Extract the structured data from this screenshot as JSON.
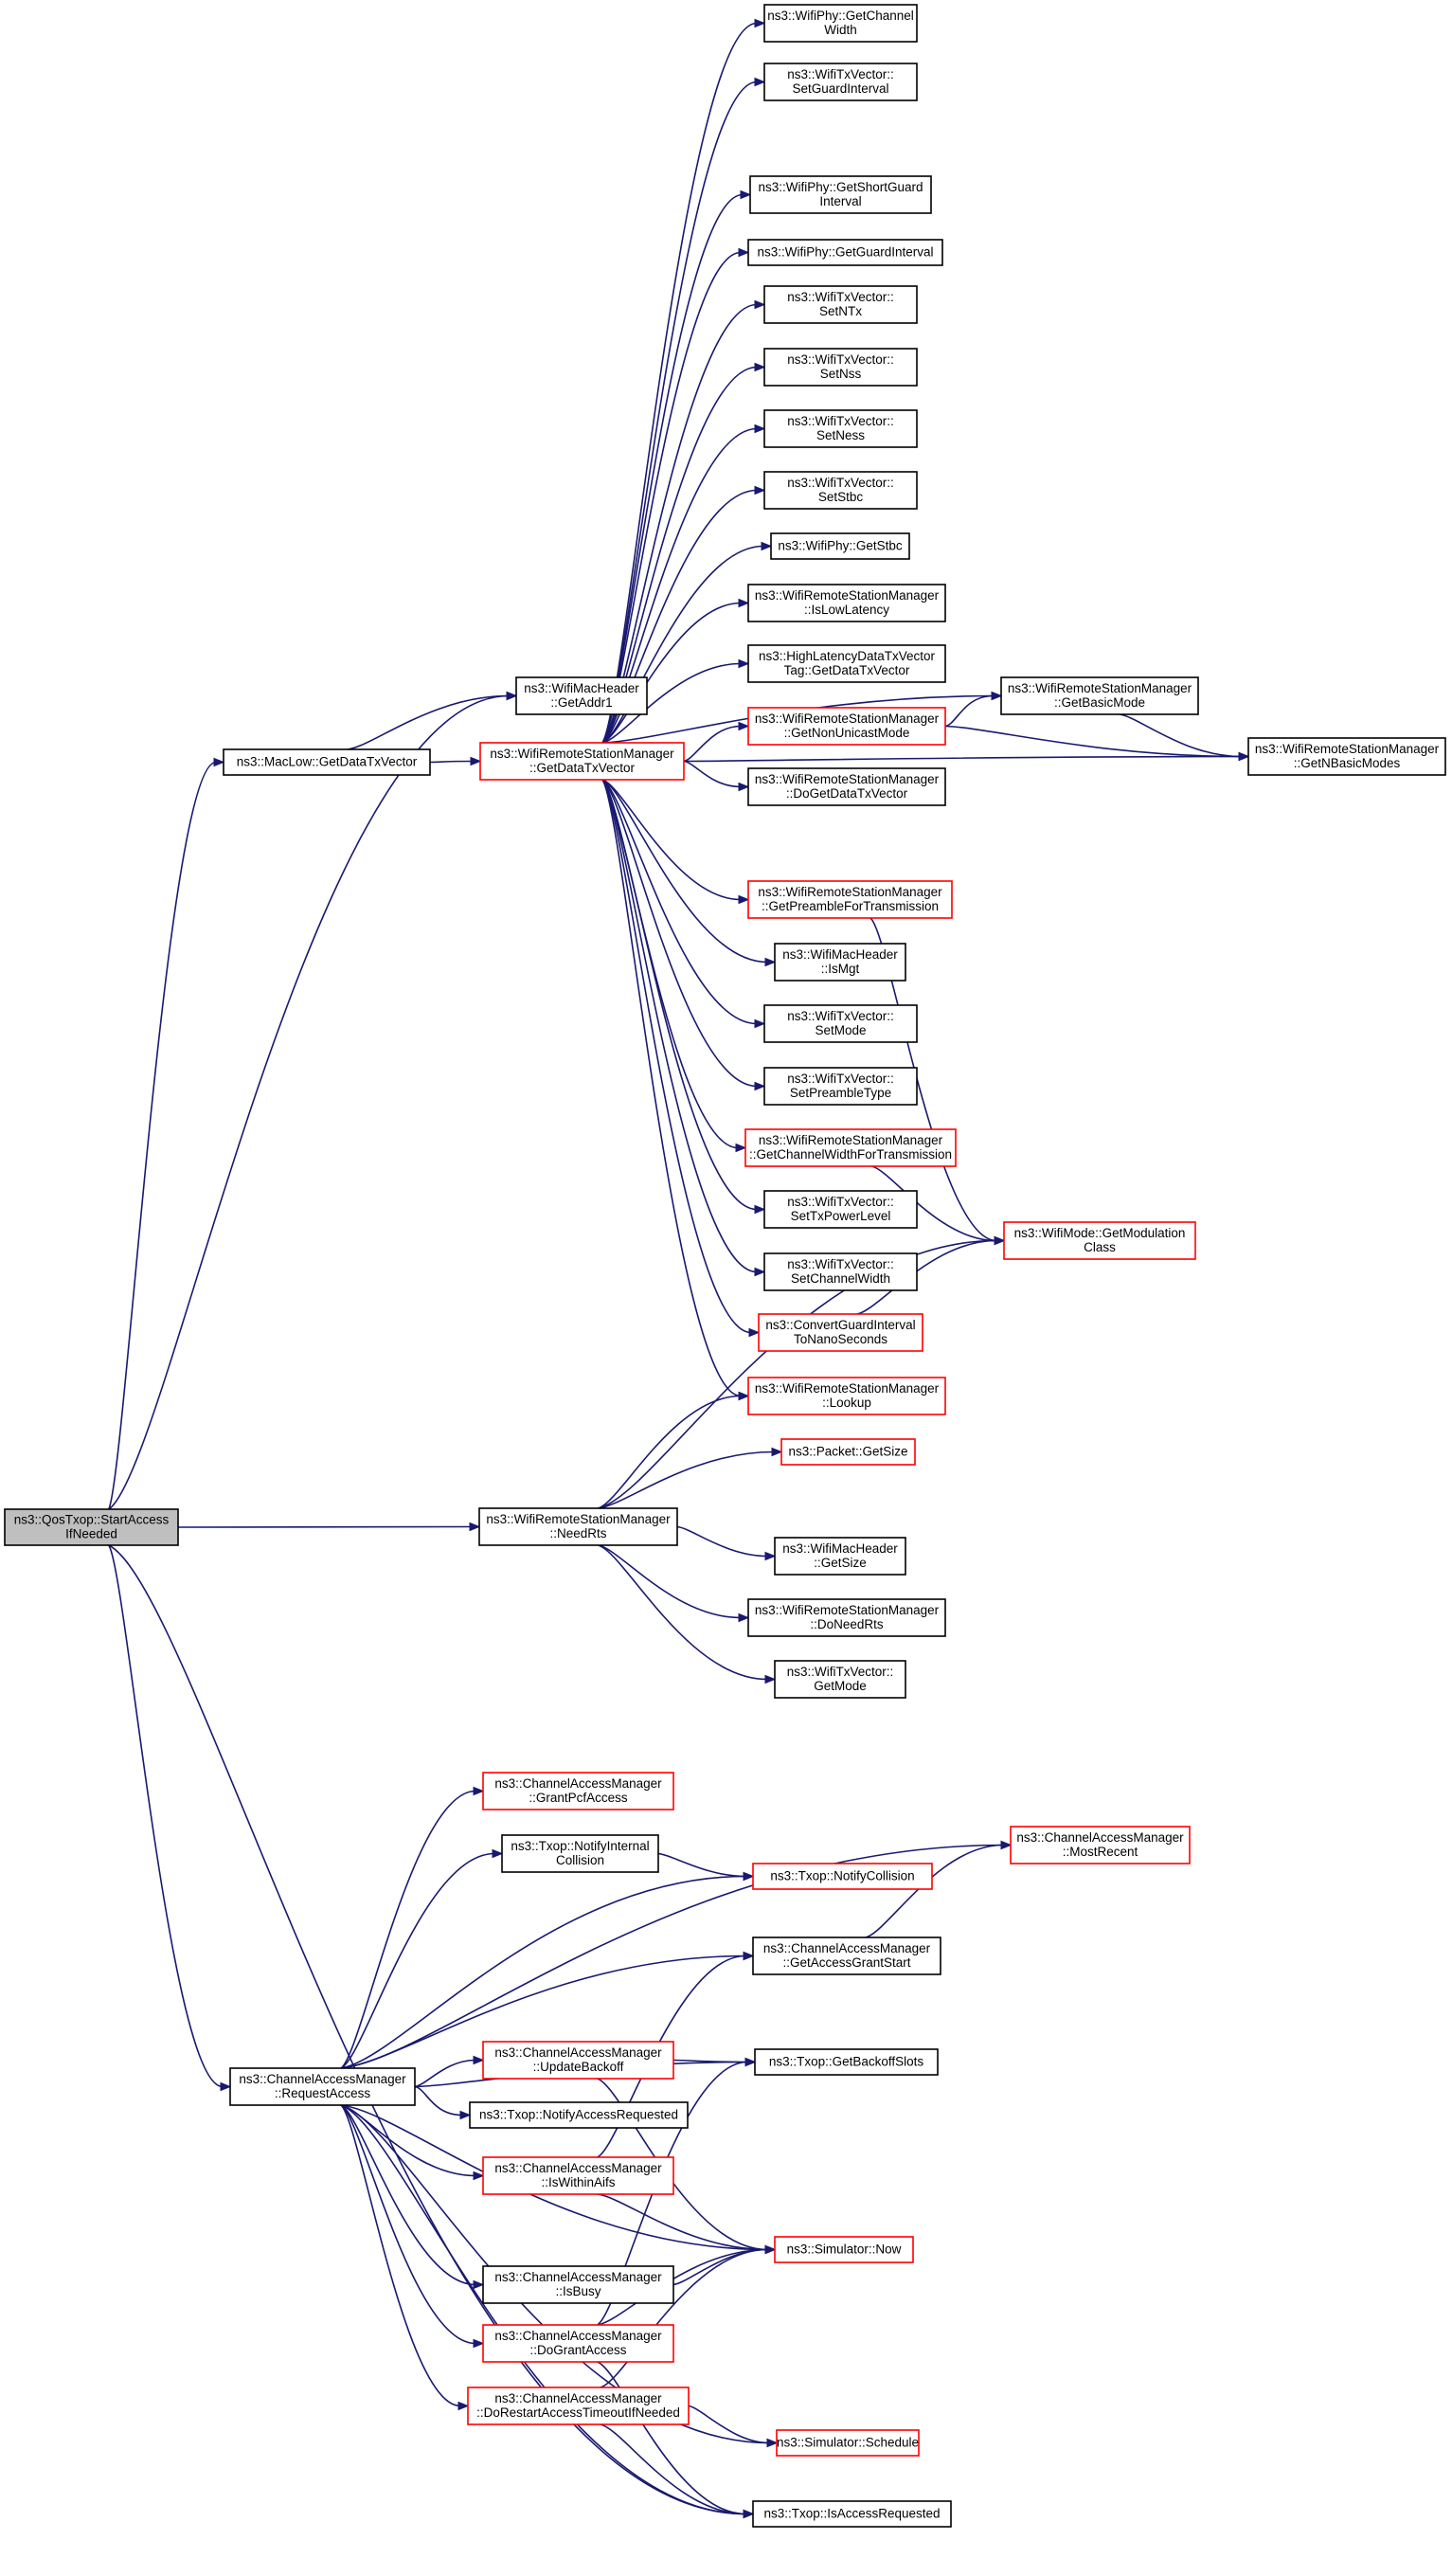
{
  "colors": {
    "edge": "#191970",
    "root_fill": "#bfbfbf",
    "red_border": "#ff0000",
    "black_border": "#000000",
    "fill": "#ffffff"
  },
  "nodes": [
    {
      "id": "root",
      "lines": [
        "ns3::QosTxop::StartAccess",
        "IfNeeded"
      ],
      "style": "root"
    },
    {
      "id": "getchw",
      "lines": [
        "ns3::WifiPhy::GetChannel",
        "Width"
      ],
      "style": "black"
    },
    {
      "id": "setgi",
      "lines": [
        "ns3::WifiTxVector::",
        "SetGuardInterval"
      ],
      "style": "black"
    },
    {
      "id": "getsgi",
      "lines": [
        "ns3::WifiPhy::GetShortGuard",
        "Interval"
      ],
      "style": "black"
    },
    {
      "id": "getgi",
      "lines": [
        "ns3::WifiPhy::GetGuardInterval"
      ],
      "style": "black"
    },
    {
      "id": "setntx",
      "lines": [
        "ns3::WifiTxVector::",
        "SetNTx"
      ],
      "style": "black"
    },
    {
      "id": "setnss",
      "lines": [
        "ns3::WifiTxVector::",
        "SetNss"
      ],
      "style": "black"
    },
    {
      "id": "setness",
      "lines": [
        "ns3::WifiTxVector::",
        "SetNess"
      ],
      "style": "black"
    },
    {
      "id": "setstbc",
      "lines": [
        "ns3::WifiTxVector::",
        "SetStbc"
      ],
      "style": "black"
    },
    {
      "id": "getstbc",
      "lines": [
        "ns3::WifiPhy::GetStbc"
      ],
      "style": "black"
    },
    {
      "id": "islowlat",
      "lines": [
        "ns3::WifiRemoteStationManager",
        "::IsLowLatency"
      ],
      "style": "black"
    },
    {
      "id": "hldtv",
      "lines": [
        "ns3::HighLatencyDataTxVector",
        "Tag::GetDataTxVector"
      ],
      "style": "black"
    },
    {
      "id": "getaddr1",
      "lines": [
        "ns3::WifiMacHeader",
        "::GetAddr1"
      ],
      "style": "black"
    },
    {
      "id": "maclow",
      "lines": [
        "ns3::MacLow::GetDataTxVector"
      ],
      "style": "black"
    },
    {
      "id": "rsmgdtv",
      "lines": [
        "ns3::WifiRemoteStationManager",
        "::GetDataTxVector"
      ],
      "style": "red"
    },
    {
      "id": "getnonuni",
      "lines": [
        "ns3::WifiRemoteStationManager",
        "::GetNonUnicastMode"
      ],
      "style": "red"
    },
    {
      "id": "getbasic",
      "lines": [
        "ns3::WifiRemoteStationManager",
        "::GetBasicMode"
      ],
      "style": "black"
    },
    {
      "id": "getnbasic",
      "lines": [
        "ns3::WifiRemoteStationManager",
        "::GetNBasicModes"
      ],
      "style": "black"
    },
    {
      "id": "dogetdtv",
      "lines": [
        "ns3::WifiRemoteStationManager",
        "::DoGetDataTxVector"
      ],
      "style": "black"
    },
    {
      "id": "getpreamble",
      "lines": [
        "ns3::WifiRemoteStationManager",
        "::GetPreambleForTransmission"
      ],
      "style": "red"
    },
    {
      "id": "ismgt",
      "lines": [
        "ns3::WifiMacHeader",
        "::IsMgt"
      ],
      "style": "black"
    },
    {
      "id": "setmode",
      "lines": [
        "ns3::WifiTxVector::",
        "SetMode"
      ],
      "style": "black"
    },
    {
      "id": "setpreamble",
      "lines": [
        "ns3::WifiTxVector::",
        "SetPreambleType"
      ],
      "style": "black"
    },
    {
      "id": "getchwtx",
      "lines": [
        "ns3::WifiRemoteStationManager",
        "::GetChannelWidthForTransmission"
      ],
      "style": "red"
    },
    {
      "id": "settxpower",
      "lines": [
        "ns3::WifiTxVector::",
        "SetTxPowerLevel"
      ],
      "style": "black"
    },
    {
      "id": "getmodclass",
      "lines": [
        "ns3::WifiMode::GetModulation",
        "Class"
      ],
      "style": "red"
    },
    {
      "id": "setchw",
      "lines": [
        "ns3::WifiTxVector::",
        "SetChannelWidth"
      ],
      "style": "black"
    },
    {
      "id": "convgi",
      "lines": [
        "ns3::ConvertGuardInterval",
        "ToNanoSeconds"
      ],
      "style": "red"
    },
    {
      "id": "lookup",
      "lines": [
        "ns3::WifiRemoteStationManager",
        "::Lookup"
      ],
      "style": "red"
    },
    {
      "id": "pktsize",
      "lines": [
        "ns3::Packet::GetSize"
      ],
      "style": "red"
    },
    {
      "id": "needrts",
      "lines": [
        "ns3::WifiRemoteStationManager",
        "::NeedRts"
      ],
      "style": "black"
    },
    {
      "id": "hdrsize",
      "lines": [
        "ns3::WifiMacHeader",
        "::GetSize"
      ],
      "style": "black"
    },
    {
      "id": "doneedrts",
      "lines": [
        "ns3::WifiRemoteStationManager",
        "::DoNeedRts"
      ],
      "style": "black"
    },
    {
      "id": "getmode",
      "lines": [
        "ns3::WifiTxVector::",
        "GetMode"
      ],
      "style": "black"
    },
    {
      "id": "grantpcf",
      "lines": [
        "ns3::ChannelAccessManager",
        "::GrantPcfAccess"
      ],
      "style": "red"
    },
    {
      "id": "mostrecent",
      "lines": [
        "ns3::ChannelAccessManager",
        "::MostRecent"
      ],
      "style": "red"
    },
    {
      "id": "notifyint",
      "lines": [
        "ns3::Txop::NotifyInternal",
        "Collision"
      ],
      "style": "black"
    },
    {
      "id": "notifycol",
      "lines": [
        "ns3::Txop::NotifyCollision"
      ],
      "style": "red"
    },
    {
      "id": "getagstart",
      "lines": [
        "ns3::ChannelAccessManager",
        "::GetAccessGrantStart"
      ],
      "style": "black"
    },
    {
      "id": "reqaccess",
      "lines": [
        "ns3::ChannelAccessManager",
        "::RequestAccess"
      ],
      "style": "black"
    },
    {
      "id": "updbackoff",
      "lines": [
        "ns3::ChannelAccessManager",
        "::UpdateBackoff"
      ],
      "style": "red"
    },
    {
      "id": "getbackoff",
      "lines": [
        "ns3::Txop::GetBackoffSlots"
      ],
      "style": "black"
    },
    {
      "id": "notifyreq",
      "lines": [
        "ns3::Txop::NotifyAccessRequested"
      ],
      "style": "black"
    },
    {
      "id": "iswithin",
      "lines": [
        "ns3::ChannelAccessManager",
        "::IsWithinAifs"
      ],
      "style": "red"
    },
    {
      "id": "now",
      "lines": [
        "ns3::Simulator::Now"
      ],
      "style": "red"
    },
    {
      "id": "isbusy",
      "lines": [
        "ns3::ChannelAccessManager",
        "::IsBusy"
      ],
      "style": "black"
    },
    {
      "id": "dogrant",
      "lines": [
        "ns3::ChannelAccessManager",
        "::DoGrantAccess"
      ],
      "style": "red"
    },
    {
      "id": "dorestart",
      "lines": [
        "ns3::ChannelAccessManager",
        "::DoRestartAccessTimeoutIfNeeded"
      ],
      "style": "red"
    },
    {
      "id": "schedule",
      "lines": [
        "ns3::Simulator::Schedule"
      ],
      "style": "red"
    },
    {
      "id": "isreq",
      "lines": [
        "ns3::Txop::IsAccessRequested"
      ],
      "style": "black"
    }
  ],
  "edges": [
    [
      "root",
      "getaddr1"
    ],
    [
      "root",
      "maclow"
    ],
    [
      "root",
      "needrts"
    ],
    [
      "root",
      "reqaccess"
    ],
    [
      "root",
      "isreq"
    ],
    [
      "maclow",
      "getaddr1"
    ],
    [
      "maclow",
      "rsmgdtv"
    ],
    [
      "rsmgdtv",
      "getchw"
    ],
    [
      "rsmgdtv",
      "setgi"
    ],
    [
      "rsmgdtv",
      "getsgi"
    ],
    [
      "rsmgdtv",
      "getgi"
    ],
    [
      "rsmgdtv",
      "setntx"
    ],
    [
      "rsmgdtv",
      "setnss"
    ],
    [
      "rsmgdtv",
      "setness"
    ],
    [
      "rsmgdtv",
      "setstbc"
    ],
    [
      "rsmgdtv",
      "getstbc"
    ],
    [
      "rsmgdtv",
      "islowlat"
    ],
    [
      "rsmgdtv",
      "hldtv"
    ],
    [
      "rsmgdtv",
      "getnonuni"
    ],
    [
      "rsmgdtv",
      "getbasic"
    ],
    [
      "rsmgdtv",
      "getnbasic"
    ],
    [
      "rsmgdtv",
      "dogetdtv"
    ],
    [
      "rsmgdtv",
      "getpreamble"
    ],
    [
      "rsmgdtv",
      "ismgt"
    ],
    [
      "rsmgdtv",
      "setmode"
    ],
    [
      "rsmgdtv",
      "setpreamble"
    ],
    [
      "rsmgdtv",
      "getchwtx"
    ],
    [
      "rsmgdtv",
      "settxpower"
    ],
    [
      "rsmgdtv",
      "setchw"
    ],
    [
      "rsmgdtv",
      "convgi"
    ],
    [
      "rsmgdtv",
      "lookup"
    ],
    [
      "getnonuni",
      "getbasic"
    ],
    [
      "getnonuni",
      "getnbasic"
    ],
    [
      "getbasic",
      "getnbasic"
    ],
    [
      "getpreamble",
      "getmodclass"
    ],
    [
      "getchwtx",
      "getmodclass"
    ],
    [
      "convgi",
      "getmodclass"
    ],
    [
      "needrts",
      "lookup"
    ],
    [
      "needrts",
      "pktsize"
    ],
    [
      "needrts",
      "getmodclass"
    ],
    [
      "needrts",
      "hdrsize"
    ],
    [
      "needrts",
      "doneedrts"
    ],
    [
      "needrts",
      "getmode"
    ],
    [
      "reqaccess",
      "grantpcf"
    ],
    [
      "reqaccess",
      "mostrecent"
    ],
    [
      "reqaccess",
      "notifyint"
    ],
    [
      "reqaccess",
      "notifycol"
    ],
    [
      "reqaccess",
      "getagstart"
    ],
    [
      "reqaccess",
      "getbackoff"
    ],
    [
      "reqaccess",
      "updbackoff"
    ],
    [
      "reqaccess",
      "notifyreq"
    ],
    [
      "reqaccess",
      "iswithin"
    ],
    [
      "reqaccess",
      "now"
    ],
    [
      "reqaccess",
      "isbusy"
    ],
    [
      "reqaccess",
      "dogrant"
    ],
    [
      "reqaccess",
      "dorestart"
    ],
    [
      "reqaccess",
      "schedule"
    ],
    [
      "reqaccess",
      "isreq"
    ],
    [
      "notifyint",
      "notifycol"
    ],
    [
      "getagstart",
      "mostrecent"
    ],
    [
      "updbackoff",
      "getbackoff"
    ],
    [
      "updbackoff",
      "now"
    ],
    [
      "iswithin",
      "getagstart"
    ],
    [
      "iswithin",
      "now"
    ],
    [
      "isbusy",
      "now"
    ],
    [
      "dogrant",
      "getbackoff"
    ],
    [
      "dogrant",
      "now"
    ],
    [
      "dogrant",
      "isreq"
    ],
    [
      "dorestart",
      "schedule"
    ],
    [
      "dorestart",
      "isreq"
    ],
    [
      "dorestart",
      "now"
    ]
  ]
}
